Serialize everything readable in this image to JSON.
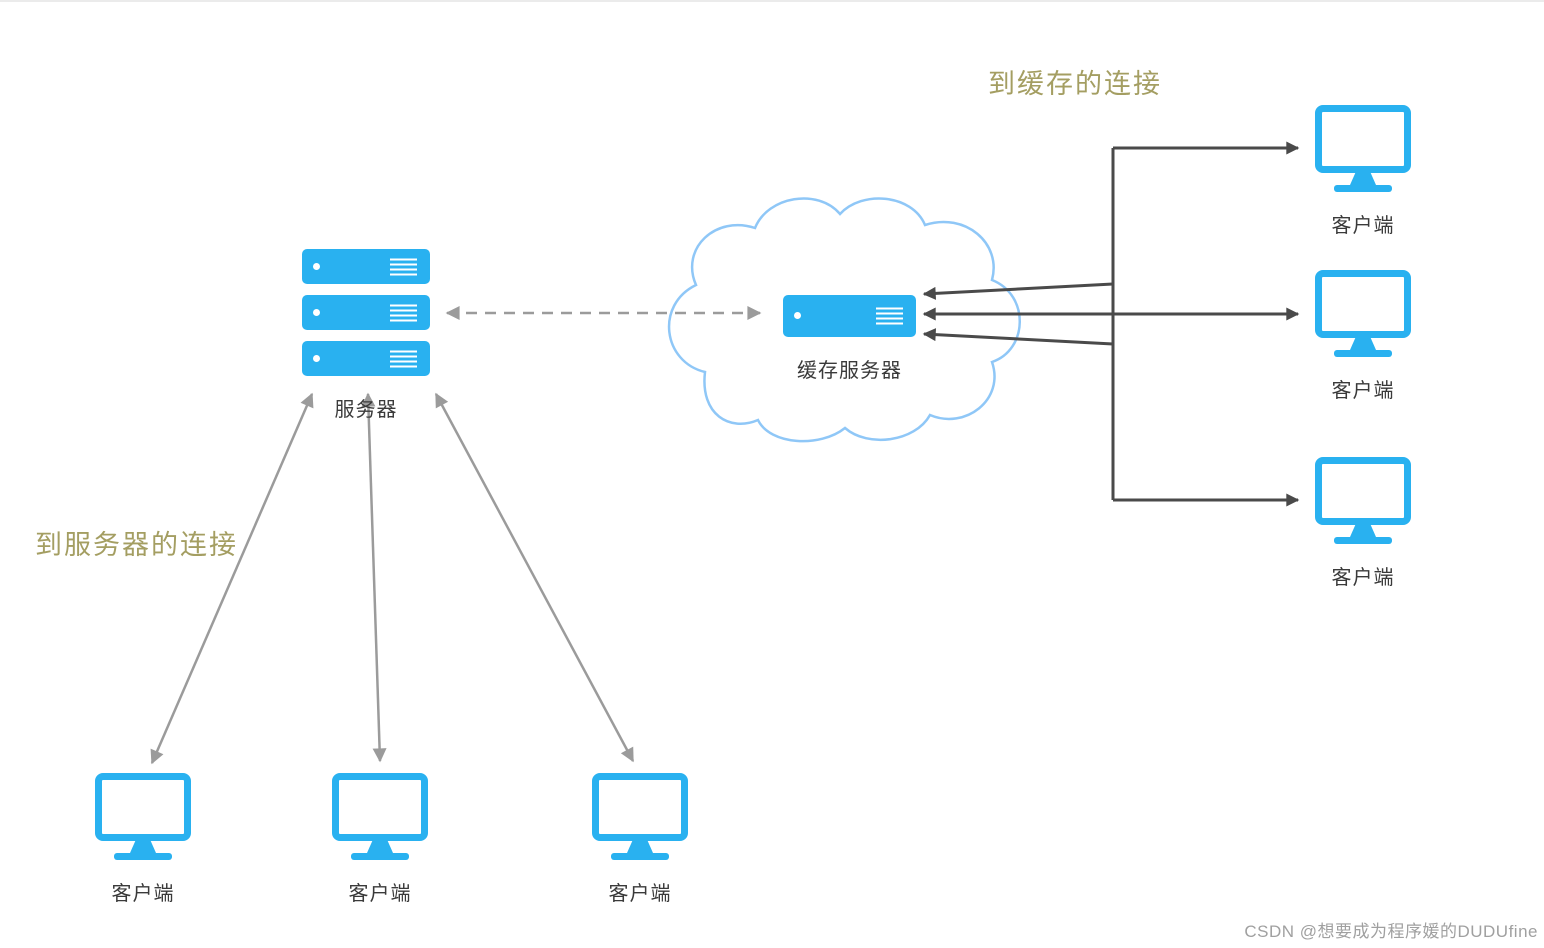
{
  "canvas": {
    "watermark": "CSDN @想要成为程序媛的DUDUfine"
  },
  "annotations": {
    "cache_link_label": "到缓存的连接",
    "server_link_label": "到服务器的连接"
  },
  "nodes": {
    "server": {
      "label": "服务器"
    },
    "cache_server": {
      "label": "缓存服务器"
    },
    "clients_bottom": [
      {
        "label": "客户端"
      },
      {
        "label": "客户端"
      },
      {
        "label": "客户端"
      }
    ],
    "clients_right": [
      {
        "label": "客户端"
      },
      {
        "label": "客户端"
      },
      {
        "label": "客户端"
      }
    ]
  },
  "edges": {
    "server_to_cache": {
      "style": "dashed-gray",
      "bidirectional": true
    },
    "server_to_clients": {
      "style": "solid-gray",
      "bidirectional": true,
      "count": 3
    },
    "cache_to_clients": {
      "style": "solid-dark",
      "bidirectional": true,
      "count": 3
    }
  },
  "colors": {
    "device_blue": "#29b1f0",
    "cloud_stroke": "#8fc7f7",
    "arrow_gray": "#9b9b9b",
    "arrow_dark": "#4a4a4a",
    "label_olive": "#a49e62",
    "node_text": "#3a3a3a",
    "watermark_gray": "#a0a0a0"
  }
}
